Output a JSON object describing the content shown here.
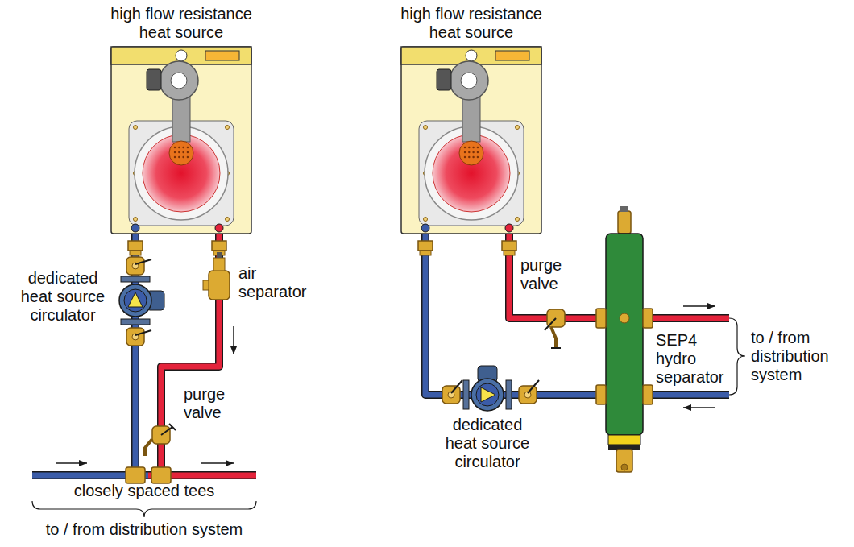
{
  "diagram": {
    "labels": [
      "high flow resistance heat source",
      "high flow resistance heat source",
      "dedicated heat source circulator",
      "air separator",
      "purge valve",
      "closely spaced tees",
      "to / from distribution system",
      "purge valve",
      "SEP4 hydro separator",
      "to / from distribution system",
      "dedicated heat source circulator"
    ]
  }
}
